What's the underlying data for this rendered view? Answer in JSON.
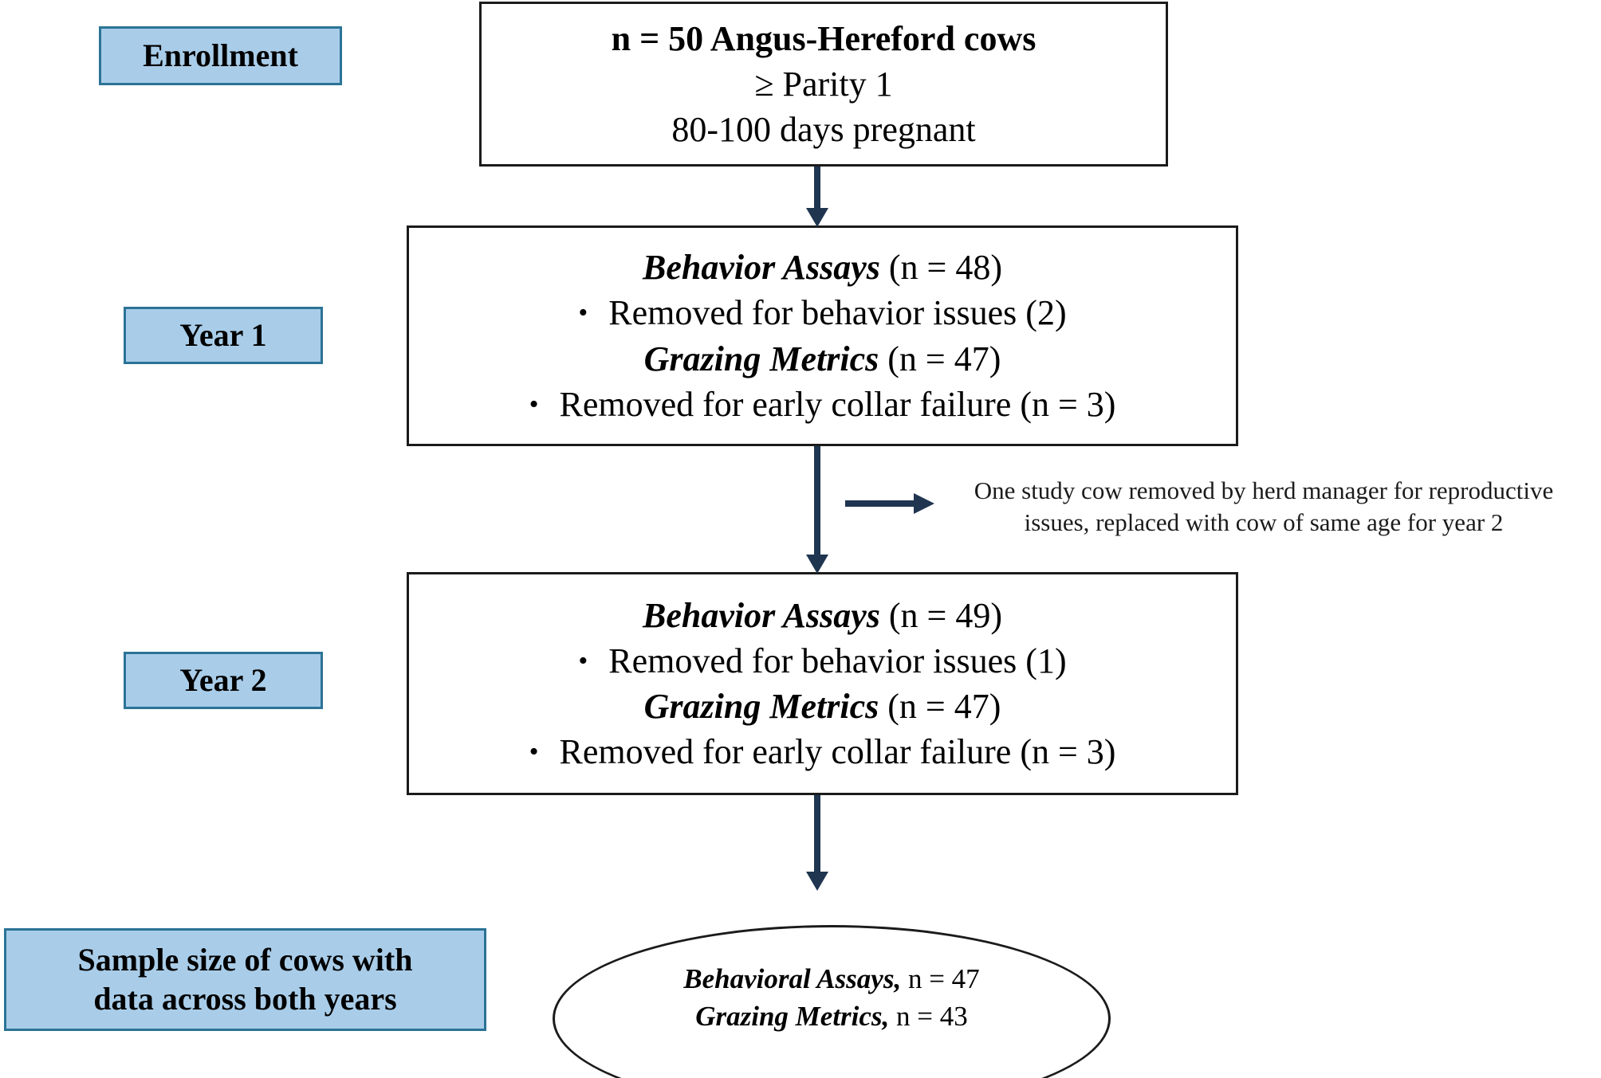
{
  "figure": {
    "type": "flowchart",
    "title": "Study enrollment and sample size flow diagram"
  },
  "stages": {
    "enrollment_label": "Enrollment",
    "year1_label": "Year 1",
    "year2_label": "Year 2",
    "sample_label_line1": "Sample size of cows with",
    "sample_label_line2": "data across both years"
  },
  "enrollment_box": {
    "line1": "n = 50 Angus-Hereford cows",
    "line2": "≥ Parity 1",
    "line3": "80-100 days pregnant"
  },
  "year1_box": {
    "behavior_label": "Behavior Assays",
    "behavior_n": "(n = 48)",
    "behavior_bullet": "Removed for behavior issues (2)",
    "grazing_label": "Grazing Metrics",
    "grazing_n": "(n = 47)",
    "grazing_bullet": "Removed for early collar failure (n = 3)",
    "bullet_glyph": "•"
  },
  "year2_box": {
    "behavior_label": "Behavior Assays",
    "behavior_n": "(n = 49)",
    "behavior_bullet": "Removed for behavior issues (1)",
    "grazing_label": "Grazing Metrics",
    "grazing_n": "(n = 47)",
    "grazing_bullet": "Removed for early collar failure (n = 3)",
    "bullet_glyph": "•"
  },
  "side_annotation": {
    "line1": "One study cow removed by herd manager for reproductive",
    "line2": "issues, replaced with cow of same age for year 2"
  },
  "outcome_ellipse": {
    "line1_label": "Behavioral Assays,",
    "line1_value": "n = 47",
    "line2_label": "Grazing Metrics,",
    "line2_value": "n  = 43"
  },
  "colors": {
    "stage_fill": "#a9cde9",
    "stage_border": "#2b7396",
    "box_border": "#1b1b1b",
    "arrow": "#1f3550",
    "text": "#000000",
    "background": "#ffffff"
  }
}
